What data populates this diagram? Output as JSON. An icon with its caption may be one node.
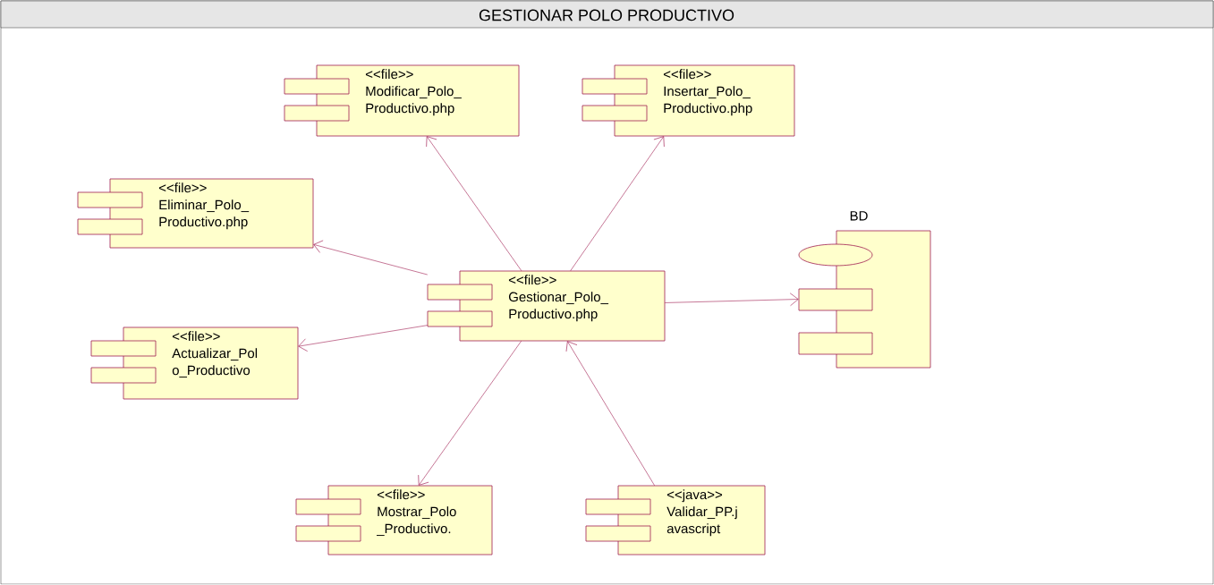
{
  "diagram": {
    "title": "GESTIONAR POLO PRODUCTIVO",
    "nodes": [
      {
        "text": [
          "<<file>>",
          "Modificar_Polo_ Productivo.php"
        ]
      },
      {
        "text": [
          "<<file>>",
          "Insertar_Polo_ Productivo.php"
        ]
      },
      {
        "text": [
          "<<file>>",
          "Eliminar_Polo_ Productivo.php"
        ]
      },
      {
        "text": [
          "<<file>>",
          "Gestionar_Polo_ Productivo.php"
        ]
      },
      {
        "text": [
          "<<file>>",
          "Actualizar_Pol o_Productivo"
        ]
      },
      {
        "text": [
          "BD"
        ]
      },
      {
        "text": [
          "<<file>>",
          "Mostrar_Polo _Productivo."
        ]
      },
      {
        "text": [
          "<<java>>",
          "Validar_PP.j avascript"
        ]
      }
    ],
    "edges": [
      {
        "from": 3,
        "to": 0,
        "arrow": "to"
      },
      {
        "from": 3,
        "to": 1,
        "arrow": "to"
      },
      {
        "from": 3,
        "to": 2,
        "arrow": "to"
      },
      {
        "from": 3,
        "to": 4,
        "arrow": "to"
      },
      {
        "from": 3,
        "to": 5,
        "arrow": "to"
      },
      {
        "from": 3,
        "to": 6,
        "arrow": "to"
      },
      {
        "from": 7,
        "to": 3,
        "arrow": "to"
      }
    ]
  }
}
